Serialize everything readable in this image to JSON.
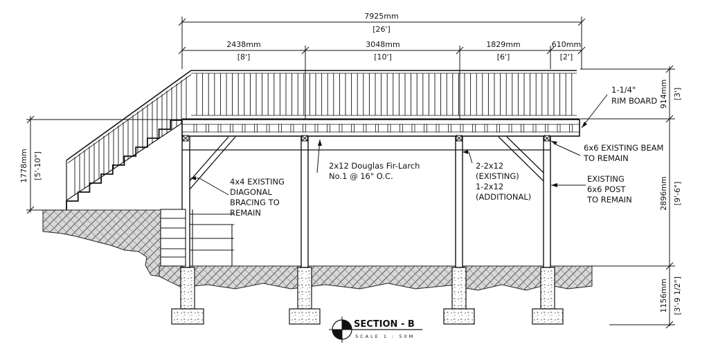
{
  "dimensions": {
    "overall_mm": "7925mm",
    "overall_ft": "[26']",
    "span1_mm": "2438mm",
    "span1_ft": "[8']",
    "span2_mm": "3048mm",
    "span2_ft": "[10']",
    "span3_mm": "1829mm",
    "span3_ft": "[6']",
    "span4_mm": "610mm",
    "span4_ft": "[2']",
    "stair_mm": "1778mm",
    "stair_ft": "[5'-10\"]",
    "rail_mm": "914mm",
    "rail_ft": "[3']",
    "deck_mm": "2896mm",
    "deck_ft": "[9'-6\"]",
    "footing_mm": "1156mm",
    "footing_ft": "[3'-9 1/2\"]"
  },
  "notes": {
    "rim_1": "1-1/4\"",
    "rim_2": "RIM BOARD",
    "beam_1": "6x6 EXISTING BEAM",
    "beam_2": "TO REMAIN",
    "post_1": "EXISTING",
    "post_2": "6x6 POST",
    "post_3": "TO REMAIN",
    "joist_1": "2x12 Douglas Fir-Larch",
    "joist_2": "No.1 @ 16\" O.C.",
    "beam2_1": "2-2x12",
    "beam2_2": "(EXISTING)",
    "beam2_3": "1-2x12",
    "beam2_4": "(ADDITIONAL)",
    "brace_1": "4x4 EXISTING",
    "brace_2": "DIAGONAL",
    "brace_3": "BRACING TO",
    "brace_4": "REMAIN"
  },
  "title": {
    "name": "SECTION - B",
    "scale": "SCALE 1 : 50M"
  }
}
